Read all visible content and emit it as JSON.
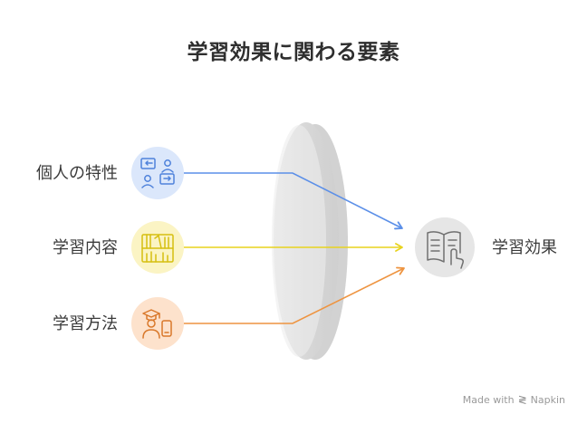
{
  "title": "学習効果に関わる要素",
  "inputs": [
    {
      "label": "個人の特性",
      "icon": "people-chat-icon",
      "color": "#5b8fe8",
      "bg": "#dbe7fb"
    },
    {
      "label": "学習内容",
      "icon": "bookshelf-icon",
      "color": "#e8d31f",
      "bg": "#fbf4c4"
    },
    {
      "label": "学習方法",
      "icon": "teacher-device-icon",
      "color": "#ee9440",
      "bg": "#fde2cc"
    }
  ],
  "output": {
    "label": "学習効果",
    "icon": "open-book-touch-icon",
    "bg": "#e6e6e6"
  },
  "footer": {
    "text": "Made with",
    "brand": "Napkin"
  }
}
